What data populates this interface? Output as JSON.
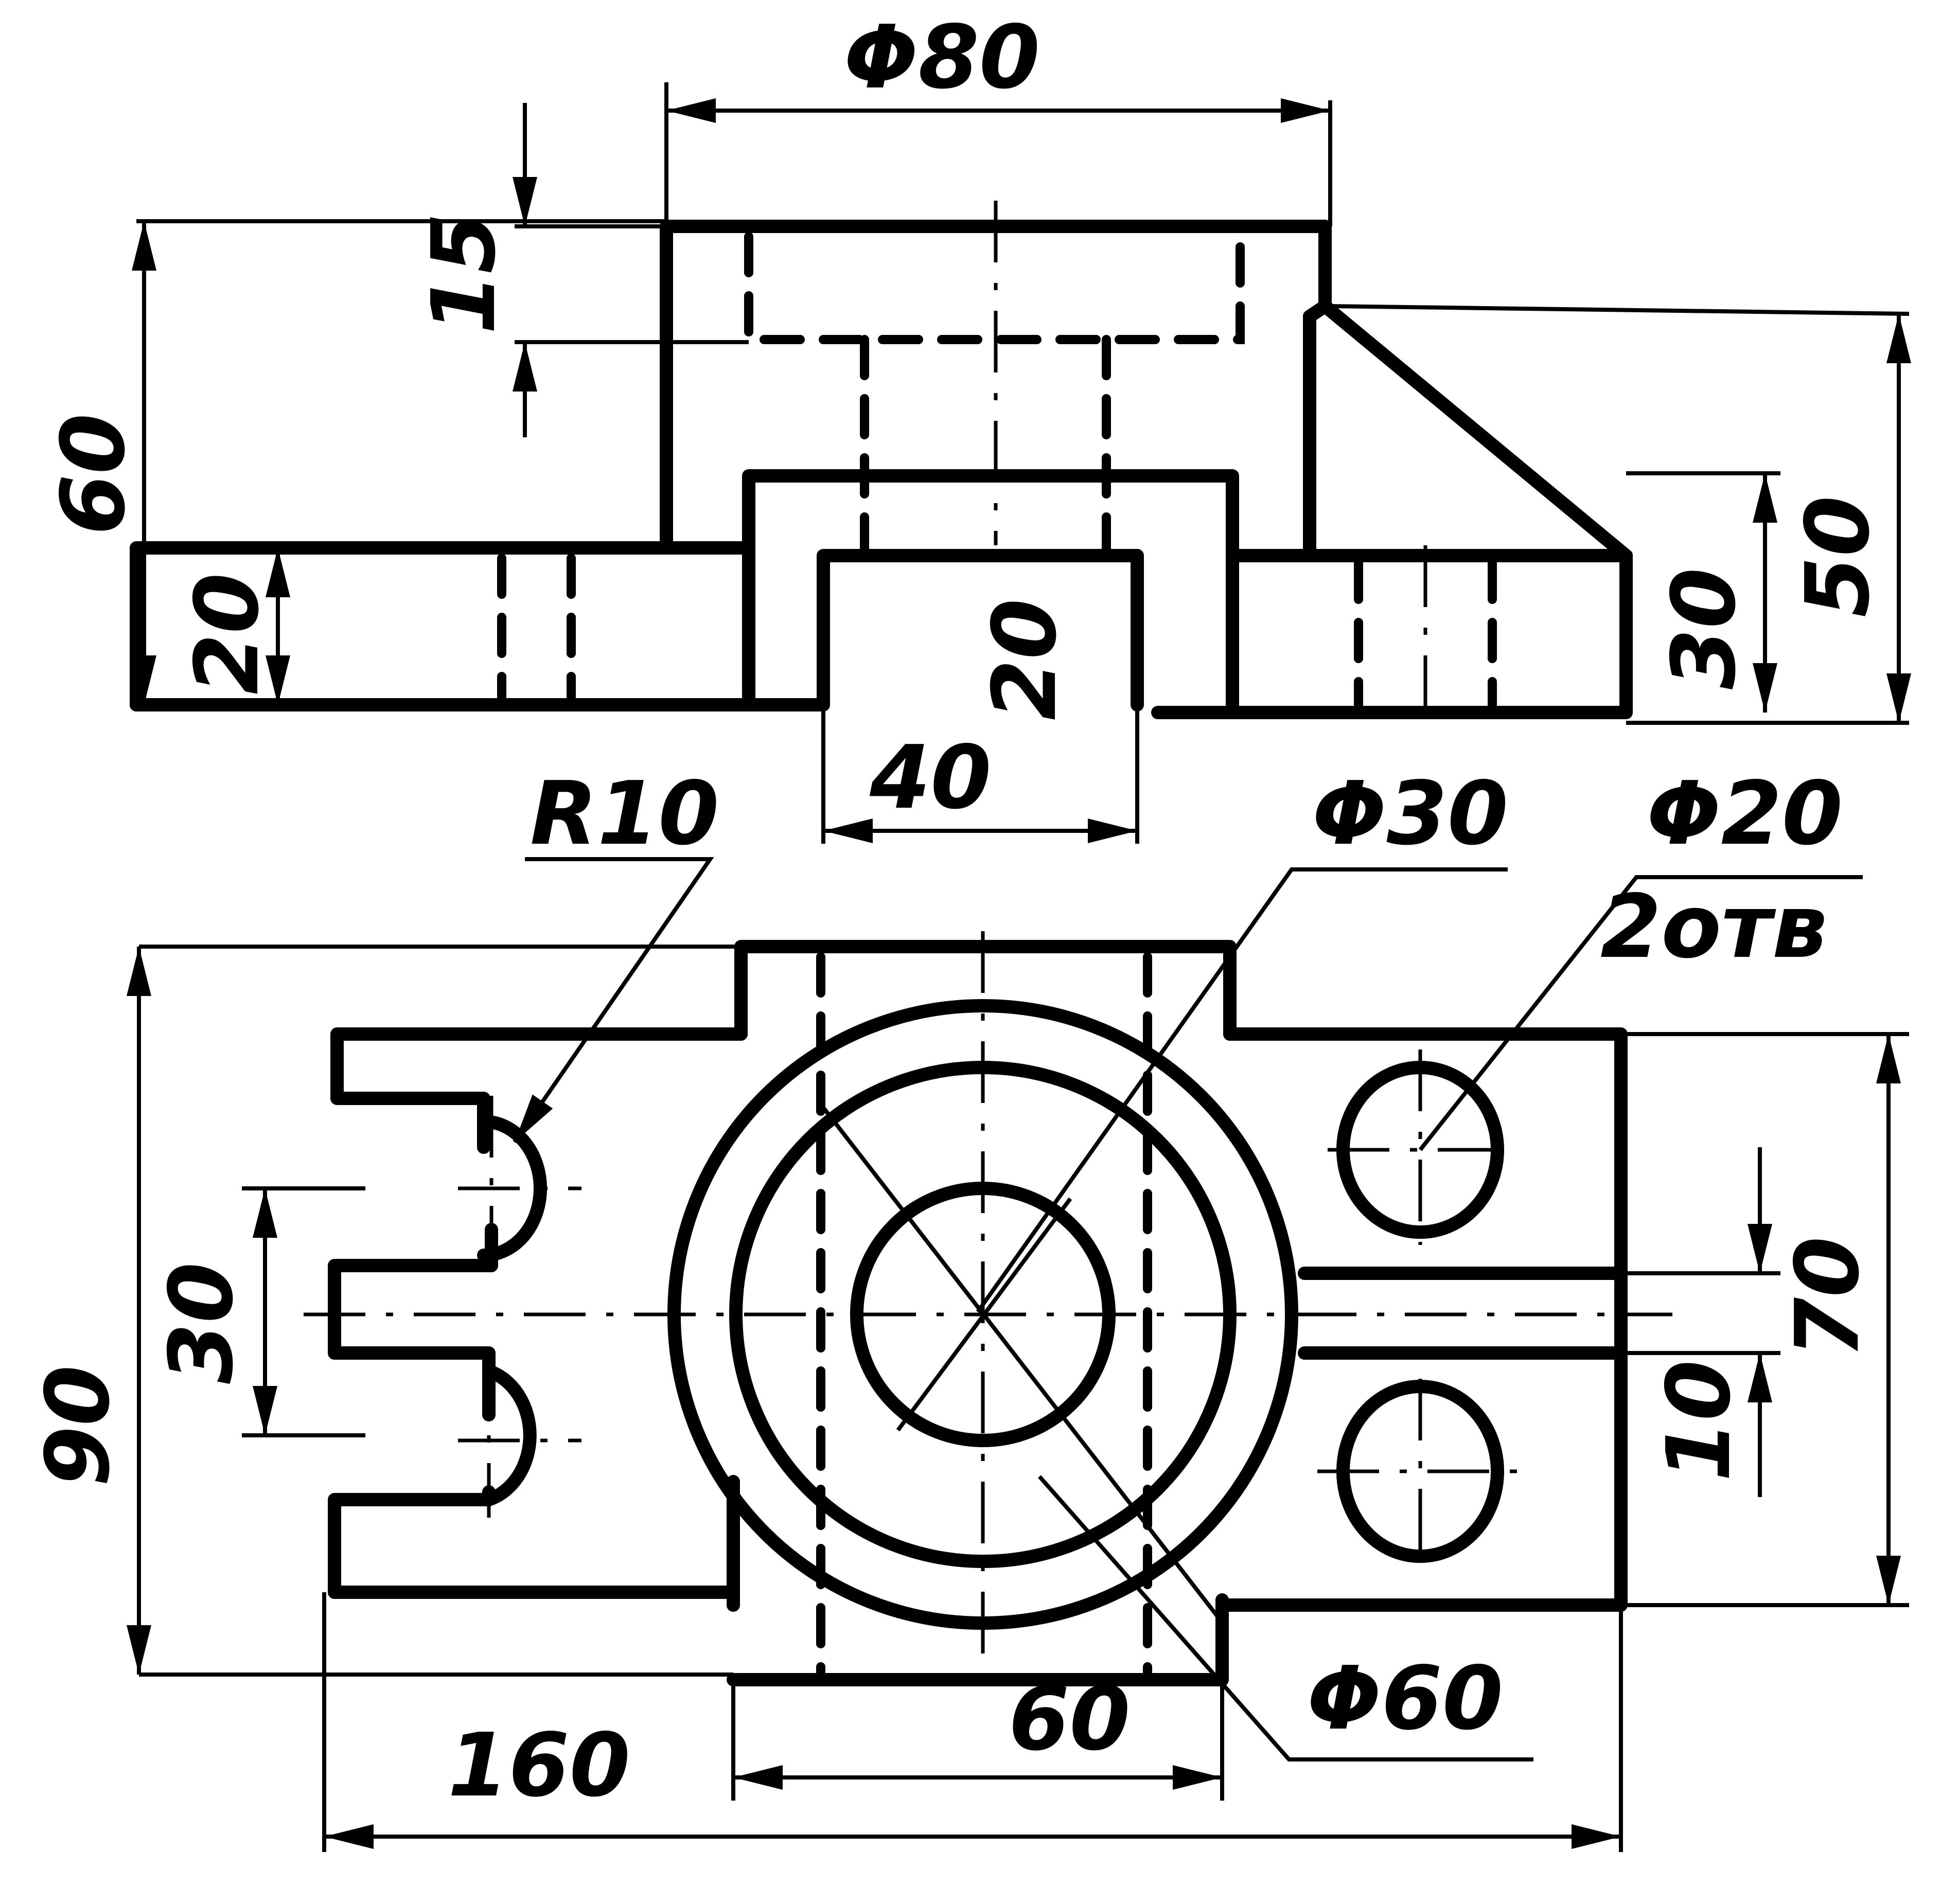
{
  "dimensions": {
    "d80": "Φ80",
    "h15": "15",
    "h60": "60",
    "h20_left": "20",
    "h20_center": "20",
    "w40": "40",
    "h30_right": "30",
    "h50": "50",
    "r10": "R10",
    "d30": "Φ30",
    "d20": "Φ20",
    "holes": "2отв",
    "w30_slot": "30",
    "h90": "90",
    "h70": "70",
    "w10": "10",
    "d60": "Φ60",
    "w60": "60",
    "w160": "160"
  }
}
